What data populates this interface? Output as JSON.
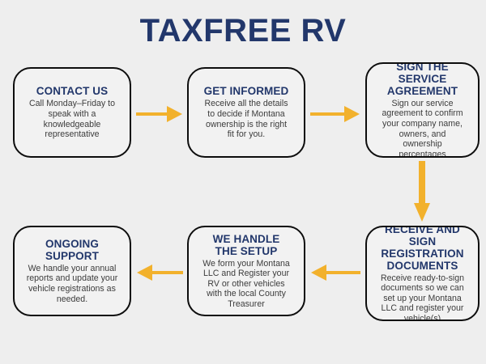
{
  "header": {
    "title": "TAXFREE RV"
  },
  "colors": {
    "background": "#eeeeee",
    "box_fill": "#f2f2f2",
    "box_border": "#0d0d0d",
    "heading_navy": "#22376b",
    "body_text": "#3c3c3c",
    "arrow_amber": "#f2b12c"
  },
  "flow": {
    "steps": [
      {
        "id": "contact-us",
        "title": "CONTACT US",
        "body": "Call Monday–Friday to\nspeak with a\nknowledgeable\nrepresentative"
      },
      {
        "id": "get-informed",
        "title": "GET INFORMED",
        "body": "Receive all the details\nto decide if Montana\nownership is the right\nfit for you."
      },
      {
        "id": "sign-agreement",
        "title": "SIGN THE\nSERVICE\nAGREEMENT",
        "body": "Sign our service\nagreement to confirm\nyour company name,\nowners, and\nownership\npercentages"
      },
      {
        "id": "receive-sign",
        "title": "RECEIVE AND\nSIGN\nREGISTRATION\nDOCUMENTS",
        "body": "Receive ready-to-sign\ndocuments so we can\nset up your Montana\nLLC and register your\nvehicle(s)"
      },
      {
        "id": "we-handle-setup",
        "title": "WE HANDLE\nTHE SETUP",
        "body": "We form your Montana\nLLC and Register your\nRV or other vehicles\nwith the local County\nTreasurer"
      },
      {
        "id": "ongoing-support",
        "title": "ONGOING\nSUPPORT",
        "body": "We handle your annual\nreports and update your\nvehicle registrations as\nneeded."
      }
    ],
    "connectors": [
      {
        "id": "contact-to-informed",
        "direction": "right"
      },
      {
        "id": "informed-to-sign",
        "direction": "right"
      },
      {
        "id": "sign-to-receive",
        "direction": "down"
      },
      {
        "id": "receive-to-setup",
        "direction": "left"
      },
      {
        "id": "setup-to-ongoing",
        "direction": "left"
      }
    ]
  }
}
